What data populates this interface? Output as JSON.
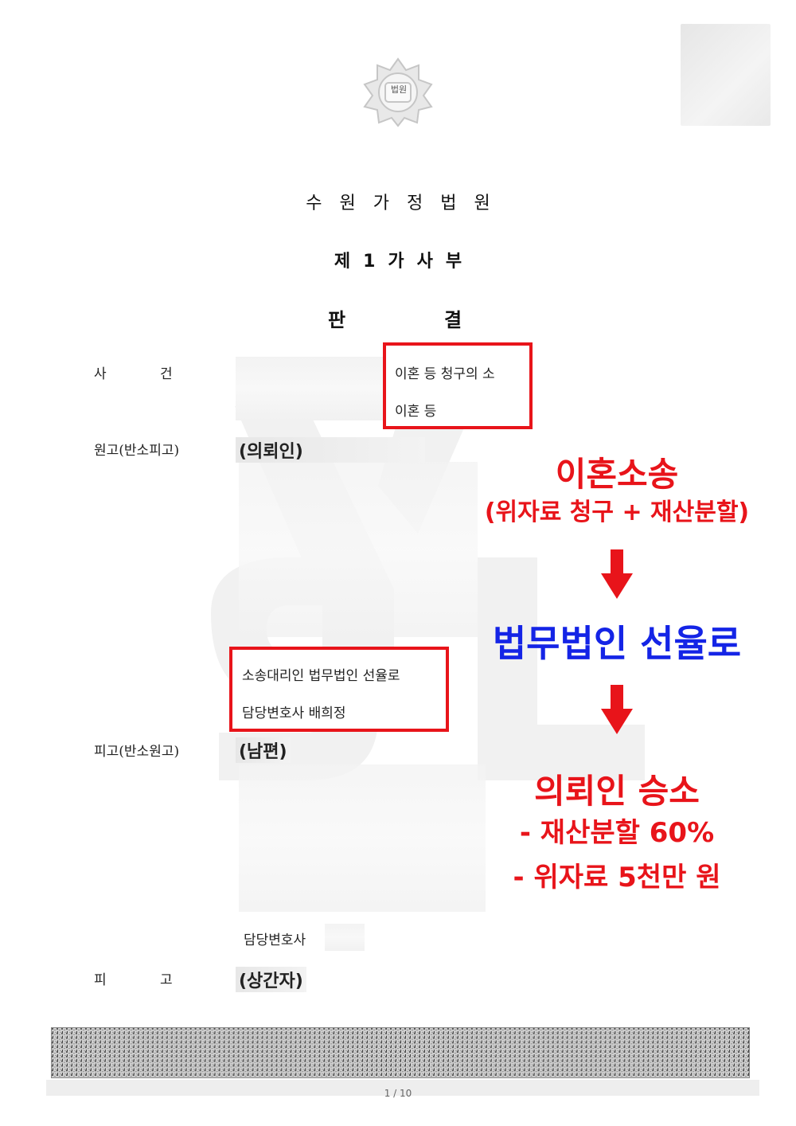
{
  "header": {
    "emblem_text": "법원",
    "court_name": "수원가정법원",
    "division": "제1가사부",
    "verdict_left": "판",
    "verdict_right": "결"
  },
  "case": {
    "label": "사 건",
    "line1": "이혼 등 청구의 소",
    "line2": "이혼 등"
  },
  "plaintiff": {
    "label": "원고(반소피고)",
    "name": "(의뢰인)",
    "counsel_line1": "소송대리인 법무법인 선율로",
    "counsel_line2": "담당변호사 배희정"
  },
  "defendant": {
    "label": "피고(반소원고)",
    "name": "(남편)",
    "counsel_label": "담당변호사"
  },
  "third_party": {
    "label": "피 고",
    "name": "(상간자)"
  },
  "promo": {
    "title": "이혼소송",
    "subtitle": "(위자료 청구 + 재산분할)",
    "firm": "법무법인 선율로",
    "result": "의뢰인 승소",
    "detail1": "- 재산분할 60%",
    "detail2": "- 위자료 5천만 원",
    "accent_red": "#e8141a",
    "accent_blue": "#1424e6"
  },
  "footer": {
    "page_number": "1 / 10"
  }
}
